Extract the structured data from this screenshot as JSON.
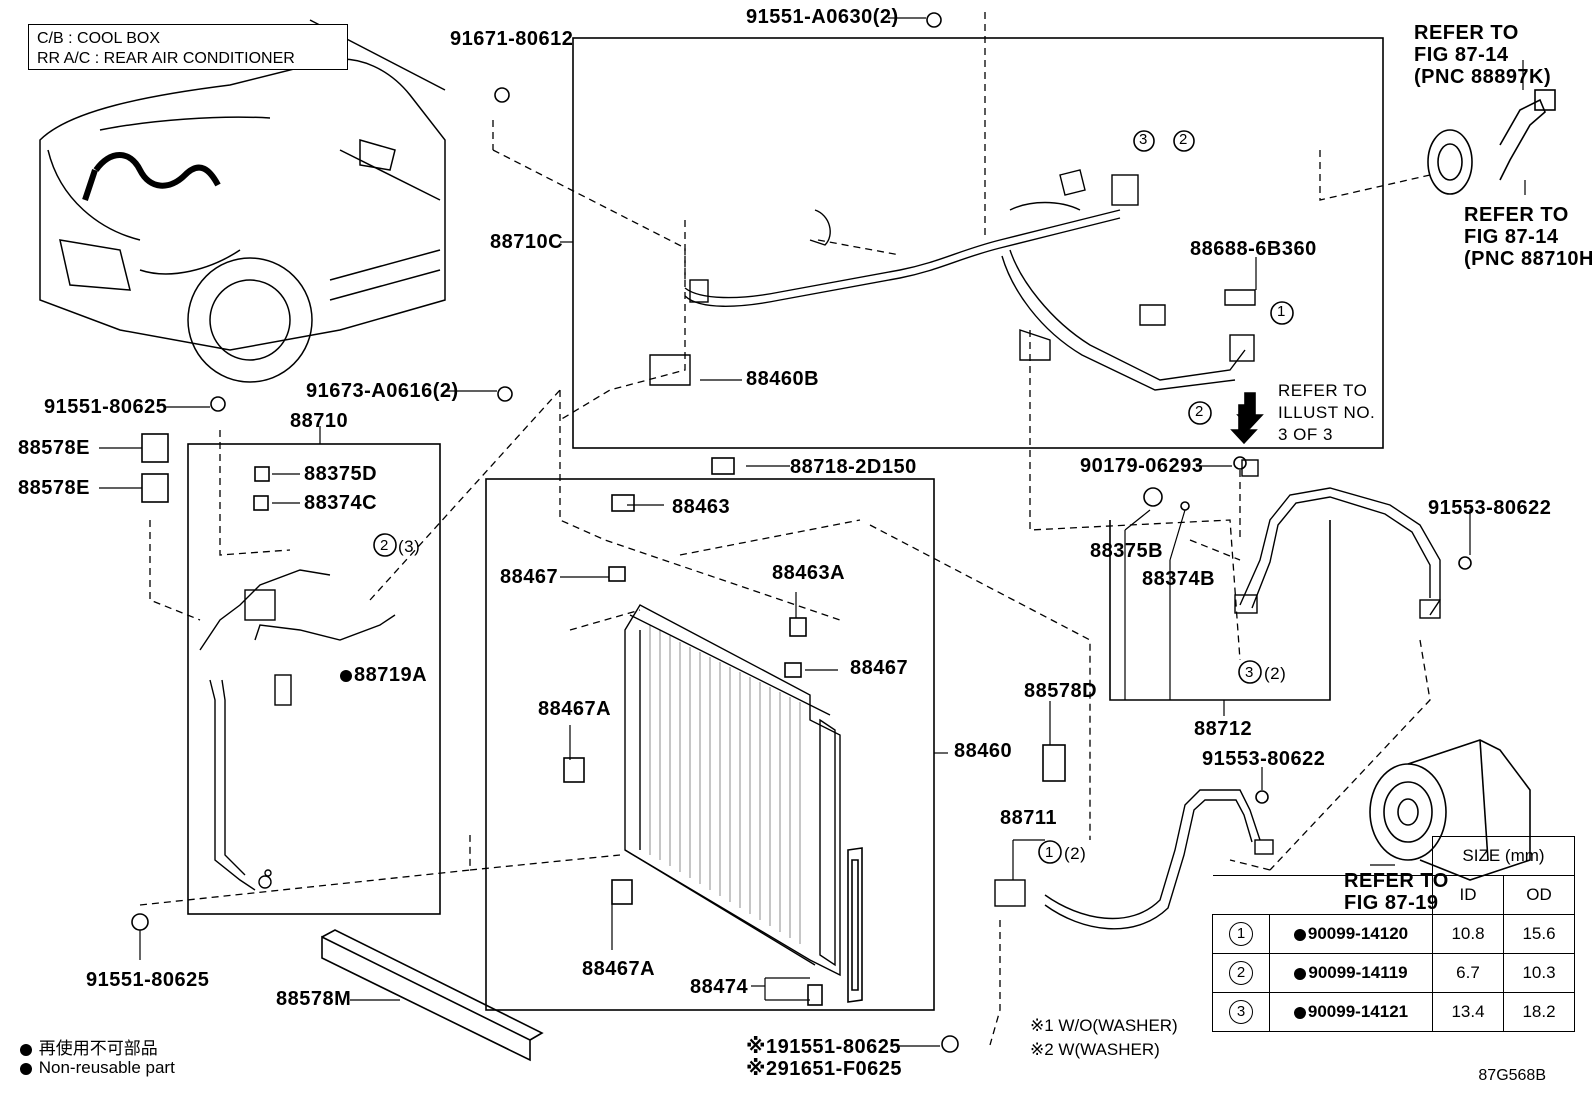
{
  "legend": {
    "line1": "C/B  :  COOL BOX",
    "line2": "RR A/C  :  REAR AIR CONDITIONER"
  },
  "parts": {
    "p91551_A0630": "91551-A0630(2)",
    "p91671_80612": "91671-80612",
    "p88710C": "88710C",
    "p88460B": "88460B",
    "p91551_80625_a": "91551-80625",
    "p91673_A0616": "91673-A0616(2)",
    "p88710": "88710",
    "p88578E_a": "88578E",
    "p88578E_b": "88578E",
    "p88375D": "88375D",
    "p88374C": "88374C",
    "p2_3": "(3)",
    "p88719A": "88719A",
    "p91551_80625_b": "91551-80625",
    "p88578M": "88578M",
    "p88718": "88718-2D150",
    "p88463": "88463",
    "p88467_a": "88467",
    "p88463A": "88463A",
    "p88467_b": "88467",
    "p88467A_a": "88467A",
    "p88467A_b": "88467A",
    "p88460": "88460",
    "p88474": "88474",
    "p88688": "88688-6B360",
    "p90179": "90179-06293",
    "p88375B": "88375B",
    "p88374B": "88374B",
    "p91553_80622_a": "91553-80622",
    "p3_2": "(2)",
    "p88712": "88712",
    "p88578D": "88578D",
    "p88711": "88711",
    "p1_2": "(2)",
    "p91553_80622_b": "91553-80622",
    "p91551_80625_c": "※191551-80625",
    "p91651_F0625": "※291651-F0625"
  },
  "refs": {
    "ref_top_a": [
      "REFER TO",
      "FIG 87-14",
      "(PNC 88897K)"
    ],
    "ref_top_b": [
      "REFER TO",
      "FIG 87-14",
      "(PNC 88710H)"
    ],
    "ref_illust": [
      "REFER TO",
      "ILLUST NO.",
      "3 OF 3"
    ],
    "ref_comp": [
      "REFER TO",
      "FIG 87-19"
    ]
  },
  "notes": {
    "washer1": "※1 W/O(WASHER)",
    "washer2": "※2 W(WASHER)",
    "nonreuse_jp": "再使用不可部品",
    "nonreuse_en": "Non-reusable part",
    "figure_id": "87G568B"
  },
  "size_table": {
    "header": "SIZE (mm)",
    "col_id": "ID",
    "col_od": "OD",
    "rows": [
      {
        "no": "1",
        "part": "90099-14120",
        "id": "10.8",
        "od": "15.6"
      },
      {
        "no": "2",
        "part": "90099-14119",
        "id": "6.7",
        "od": "10.3"
      },
      {
        "no": "3",
        "part": "90099-14121",
        "id": "13.4",
        "od": "18.2"
      }
    ]
  }
}
